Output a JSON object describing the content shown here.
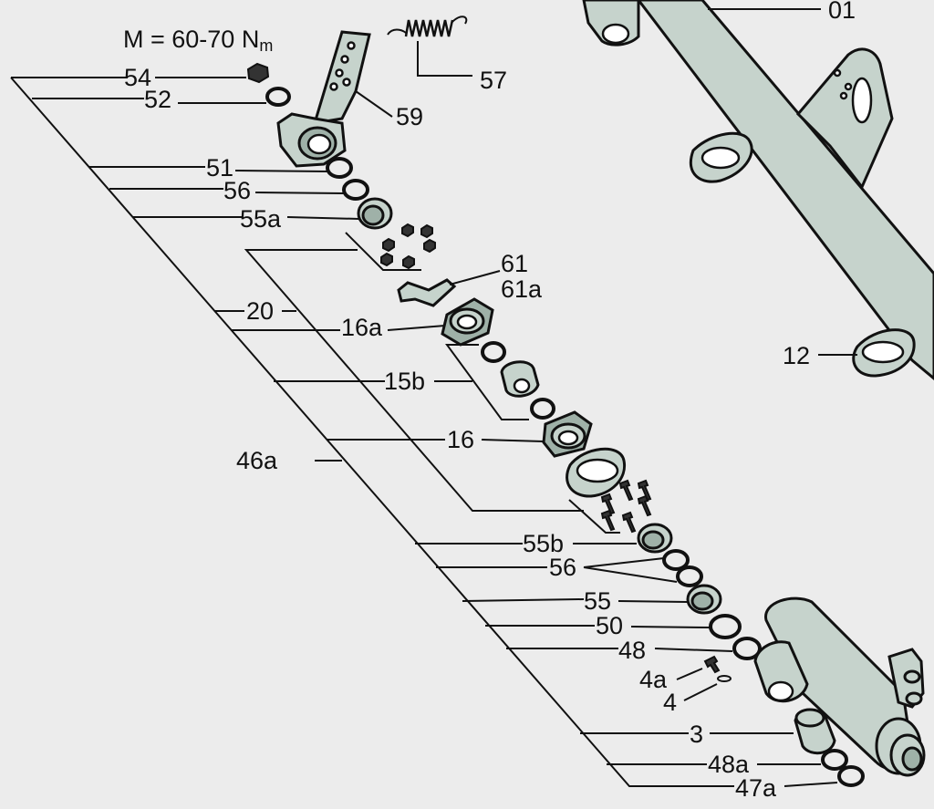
{
  "torque_note": "M = 60-70 N",
  "torque_unit_sub": "m",
  "labels": {
    "l01": "01",
    "l54": "54",
    "l52": "52",
    "l57": "57",
    "l59": "59",
    "l51": "51",
    "l56a": "56",
    "l55a": "55a",
    "l61": "61",
    "l61a": "61a",
    "l20": "20",
    "l16a": "16a",
    "l12": "12",
    "l15b": "15b",
    "l16": "16",
    "l46a": "46a",
    "l55b": "55b",
    "l56b": "56",
    "l55": "55",
    "l50": "50",
    "l48": "48",
    "l4a": "4a",
    "l4": "4",
    "l3": "3",
    "l48a": "48a",
    "l47a": "47a"
  }
}
